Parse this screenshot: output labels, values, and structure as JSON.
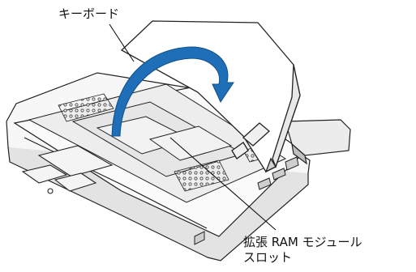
{
  "labels": {
    "keyboard": "キーボード",
    "ram_slot_line1": "拡張 RAM モジュール",
    "ram_slot_line2": "スロット"
  },
  "colors": {
    "arrow_fill": "#1e6fb8",
    "line": "#222222",
    "body_fill": "#f7f7f7",
    "shade": "#d9d9d9"
  },
  "icons": {
    "rotation_arrow": "curved-arrow-icon"
  }
}
